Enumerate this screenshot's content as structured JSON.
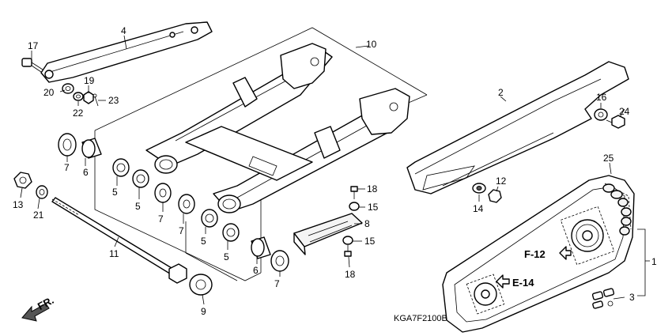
{
  "diagram_code": "KGA7F2100B",
  "direction_label": "FR.",
  "cross_refs": [
    "F-12",
    "E-14"
  ],
  "callouts": {
    "p1": "1",
    "p2": "2",
    "p3": "3",
    "p4": "4",
    "p5a": "5",
    "p5b": "5",
    "p5c": "5",
    "p5d": "5",
    "p6a": "6",
    "p6b": "6",
    "p7a": "7",
    "p7b": "7",
    "p7c": "7",
    "p7d": "7",
    "p8": "8",
    "p9": "9",
    "p10": "10",
    "p11": "11",
    "p12": "12",
    "p13": "13",
    "p14": "14",
    "p15a": "15",
    "p15b": "15",
    "p16": "16",
    "p17": "17",
    "p18a": "18",
    "p18b": "18",
    "p19": "19",
    "p20": "20",
    "p21": "21",
    "p22": "22",
    "p23": "23",
    "p24": "24",
    "p25": "25"
  }
}
